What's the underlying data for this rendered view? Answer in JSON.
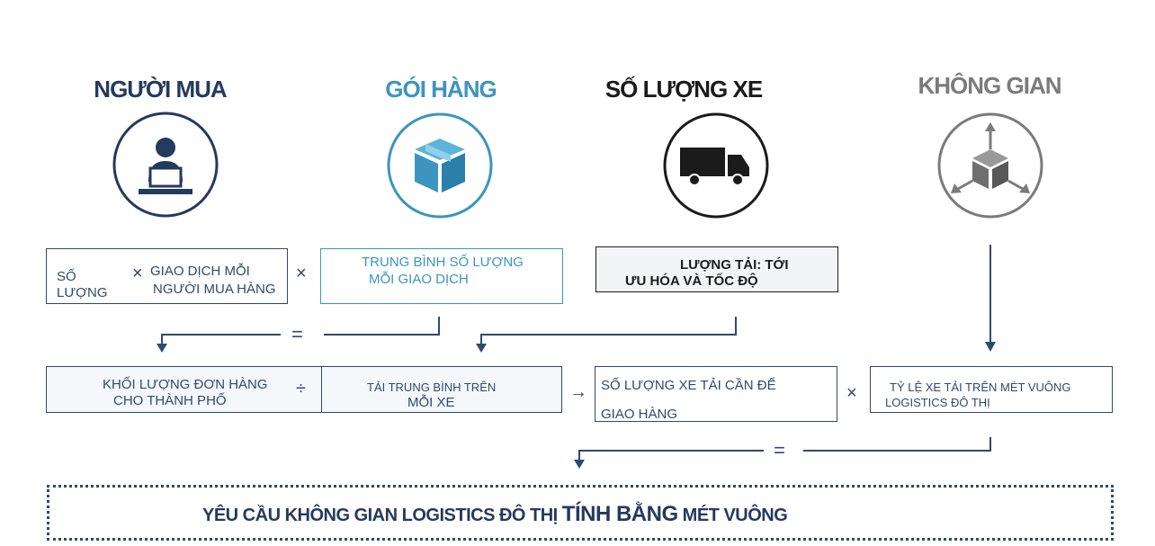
{
  "headings": {
    "buyer": "NGƯỜI MUA",
    "package": "GÓI HÀNG",
    "vehicle": "SỐ LƯỢNG XE",
    "space": "KHÔNG GIAN"
  },
  "row1": {
    "box1_left_line1": "SỐ",
    "box1_left_line2": "LƯỢNG",
    "box1_times": "×",
    "box1_right_line1": "GIAO DỊCH MỖI",
    "box1_right_line2": "NGƯỜI MUA HÀNG",
    "op_times": "×",
    "box2_line1": "TRUNG BÌNH SỐ LƯỢNG",
    "box2_line2": "MỖI GIAO DỊCH",
    "box3_line1": "LƯỢNG TẢI: TỚI",
    "box3_line2": "ƯU HÓA VÀ TỐC ĐỘ",
    "equals": "="
  },
  "row2": {
    "box1_line1": "KHỐI LƯỢNG ĐƠN HÀNG",
    "box1_line2": "CHO THÀNH PHỐ",
    "op_divide": "÷",
    "box2_line1": "TẢI TRUNG BÌNH TRÊN",
    "box2_line2": "MỖI XE",
    "op_arrow": "→",
    "box3_line1": "SỐ LƯỢNG XE TẢI CẦN ĐỂ",
    "box3_line2": "GIAO HÀNG",
    "op_times": "×",
    "box4_line1": "TỶ LỆ XE TẢI TRÊN MÉT VUÔNG",
    "box4_line2": "LOGISTICS ĐÔ THỊ",
    "equals": "="
  },
  "result": {
    "part1": "YÊU CẦU KHÔNG GIAN LOGISTICS ĐÔ THỊ ",
    "part2": "TÍNH BẰNG",
    "part3": " MÉT VUÔNG"
  },
  "icons": [
    "person-laptop-icon",
    "package-box-icon",
    "truck-icon",
    "space-cube-icon"
  ],
  "colors": {
    "navy": "#243a5e",
    "blue": "#3b95bf",
    "black": "#1b1b1b",
    "gray": "#7b7b7b",
    "box_fill": "#f4f8fb"
  }
}
